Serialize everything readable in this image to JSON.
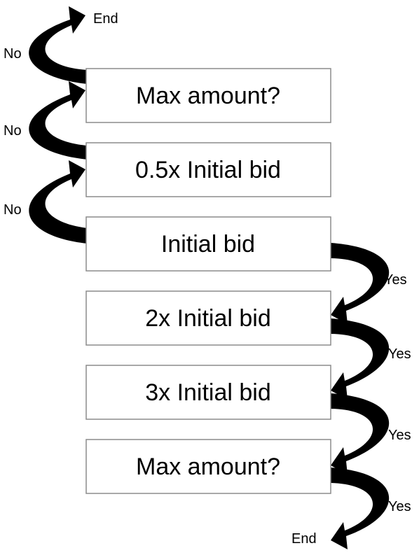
{
  "steps": {
    "max_top": "Max amount?",
    "half_bid": "0.5x Initial bid",
    "initial_bid": "Initial bid",
    "double_bid": "2x Initial bid",
    "triple_bid": "3x Initial bid",
    "max_bottom": "Max amount?"
  },
  "labels": {
    "end_top": "End",
    "no_1": "No",
    "no_2": "No",
    "no_3": "No",
    "yes_1": "Yes",
    "yes_2": "Yes",
    "yes_3": "Yes",
    "yes_4": "Yes",
    "end_bottom": "End"
  },
  "colors": {
    "arrow": "#000000",
    "box_border": "#8c8c8c"
  }
}
